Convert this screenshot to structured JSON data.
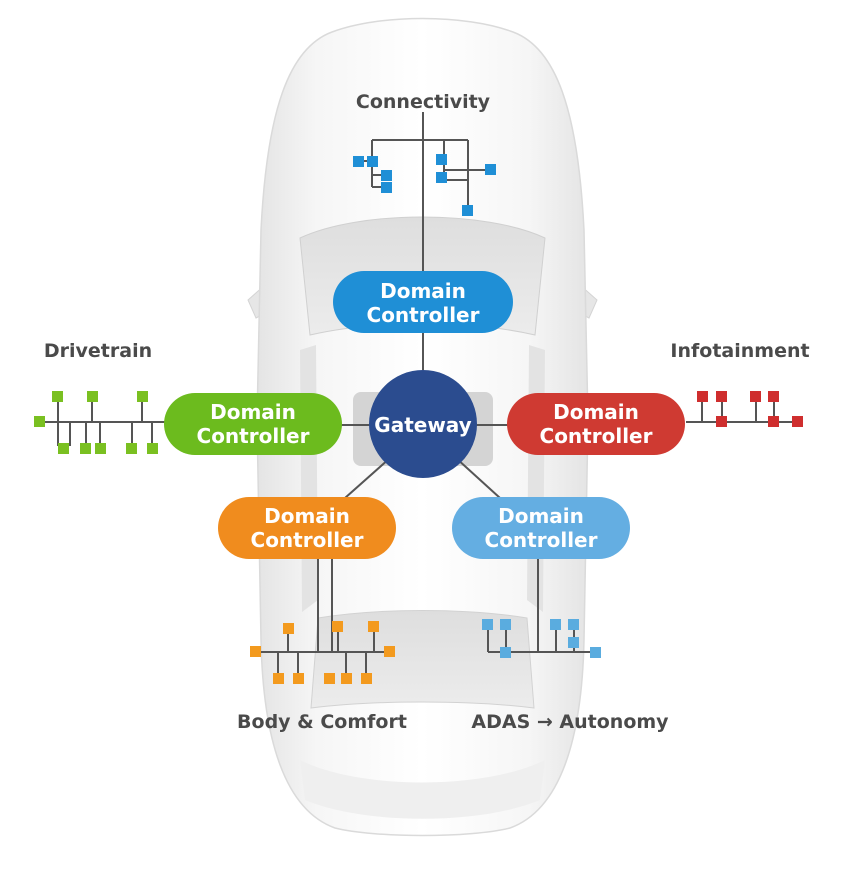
{
  "labels": {
    "connectivity": "Connectivity",
    "drivetrain": "Drivetrain",
    "infotainment": "Infotainment",
    "body_comfort": "Body & Comfort",
    "adas_autonomy": "ADAS → Autonomy"
  },
  "gateway": {
    "label": "Gateway",
    "color": "#2b4c8f"
  },
  "controllers": {
    "connectivity": {
      "line1": "Domain",
      "line2": "Controller",
      "color": "#1f8fd6"
    },
    "drivetrain": {
      "line1": "Domain",
      "line2": "Controller",
      "color": "#6cbb1e"
    },
    "infotainment": {
      "line1": "Domain",
      "line2": "Controller",
      "color": "#cf3a32"
    },
    "body_comfort": {
      "line1": "Domain",
      "line2": "Controller",
      "color": "#f08c1e"
    },
    "adas": {
      "line1": "Domain",
      "line2": "Controller",
      "color": "#64aee2"
    }
  },
  "node_colors": {
    "connectivity": "#1f8fd6",
    "drivetrain": "#7ac021",
    "infotainment": "#cf2e2e",
    "body_comfort": "#f39a1e",
    "adas": "#5aacdf"
  },
  "icons": {
    "car": "car-top-view-icon"
  }
}
